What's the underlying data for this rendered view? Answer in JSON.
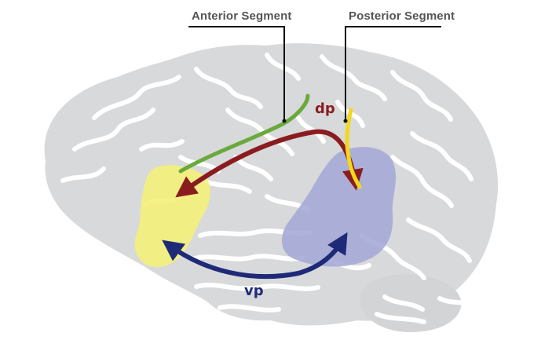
{
  "labels": {
    "anterior_segment": "Anterior Segment",
    "posterior_segment": "Posterior Segment",
    "dorsal_pathway": "dp",
    "ventral_pathway": "vp"
  },
  "colors": {
    "brain_fill": "#d8d9db",
    "brain_sulci": "#ffffff",
    "frontal_region": "#f4f07a",
    "temporoparietal_region": "#a6aad6",
    "dorsal_pathway": "#8a1c20",
    "ventral_pathway": "#1e2a78",
    "anterior_segment": "#6aa93c",
    "posterior_segment": "#f2d81a",
    "callout_text": "#555555",
    "callout_line": "#111111"
  }
}
